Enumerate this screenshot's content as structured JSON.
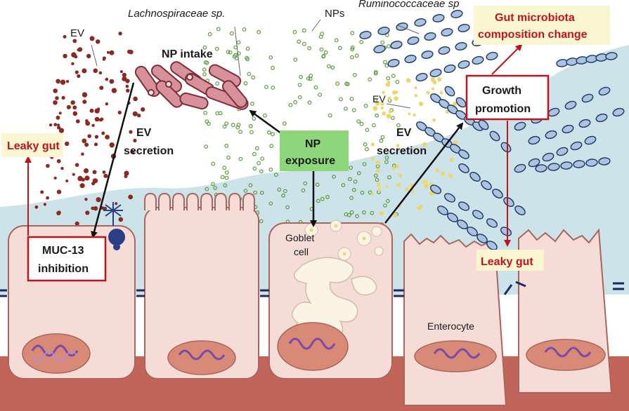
{
  "labels": {
    "ev_top": "EV",
    "lachno": "Lachnospiraceae sp.",
    "nps": "NPs",
    "rumino": "Ruminococcaceae sp",
    "np_intake": "NP intake",
    "ev_secretion_left_1": "EV",
    "ev_secretion_left_2": "secretion",
    "leaky_gut_left": "Leaky gut",
    "np_exposure_1": "NP",
    "np_exposure_2": "exposure",
    "ev_mid": "EV",
    "ev_secretion_right_1": "EV",
    "ev_secretion_right_2": "secretion",
    "growth_1": "Growth",
    "growth_2": "promotion",
    "gut_change_1": "Gut microbiota",
    "gut_change_2": "composition change",
    "leaky_gut_right": "Leaky gut",
    "muc_1": "MUC-13",
    "muc_2": "inhibition",
    "goblet_1": "Goblet",
    "goblet_2": "cell",
    "enterocyte": "Enterocyte"
  },
  "colors": {
    "mucus": "#cde3ea",
    "cell_fill": "#f6dcd6",
    "cell_stroke": "#a8665e",
    "nucleus": "#d98a77",
    "dna": "#7b4aa8",
    "basement": "#c3645a",
    "ev_left": "#8b2a22",
    "np_green": "#5e9b3e",
    "ev_yellow": "#ecd76c",
    "lachno_fill": "#d8909a",
    "rumino_fill": "#a9c3e2",
    "rumino_stroke": "#2b3f66",
    "red_label": "#c0141b",
    "label_bg": "#fbf6d2",
    "np_box": "#8ed67a"
  }
}
